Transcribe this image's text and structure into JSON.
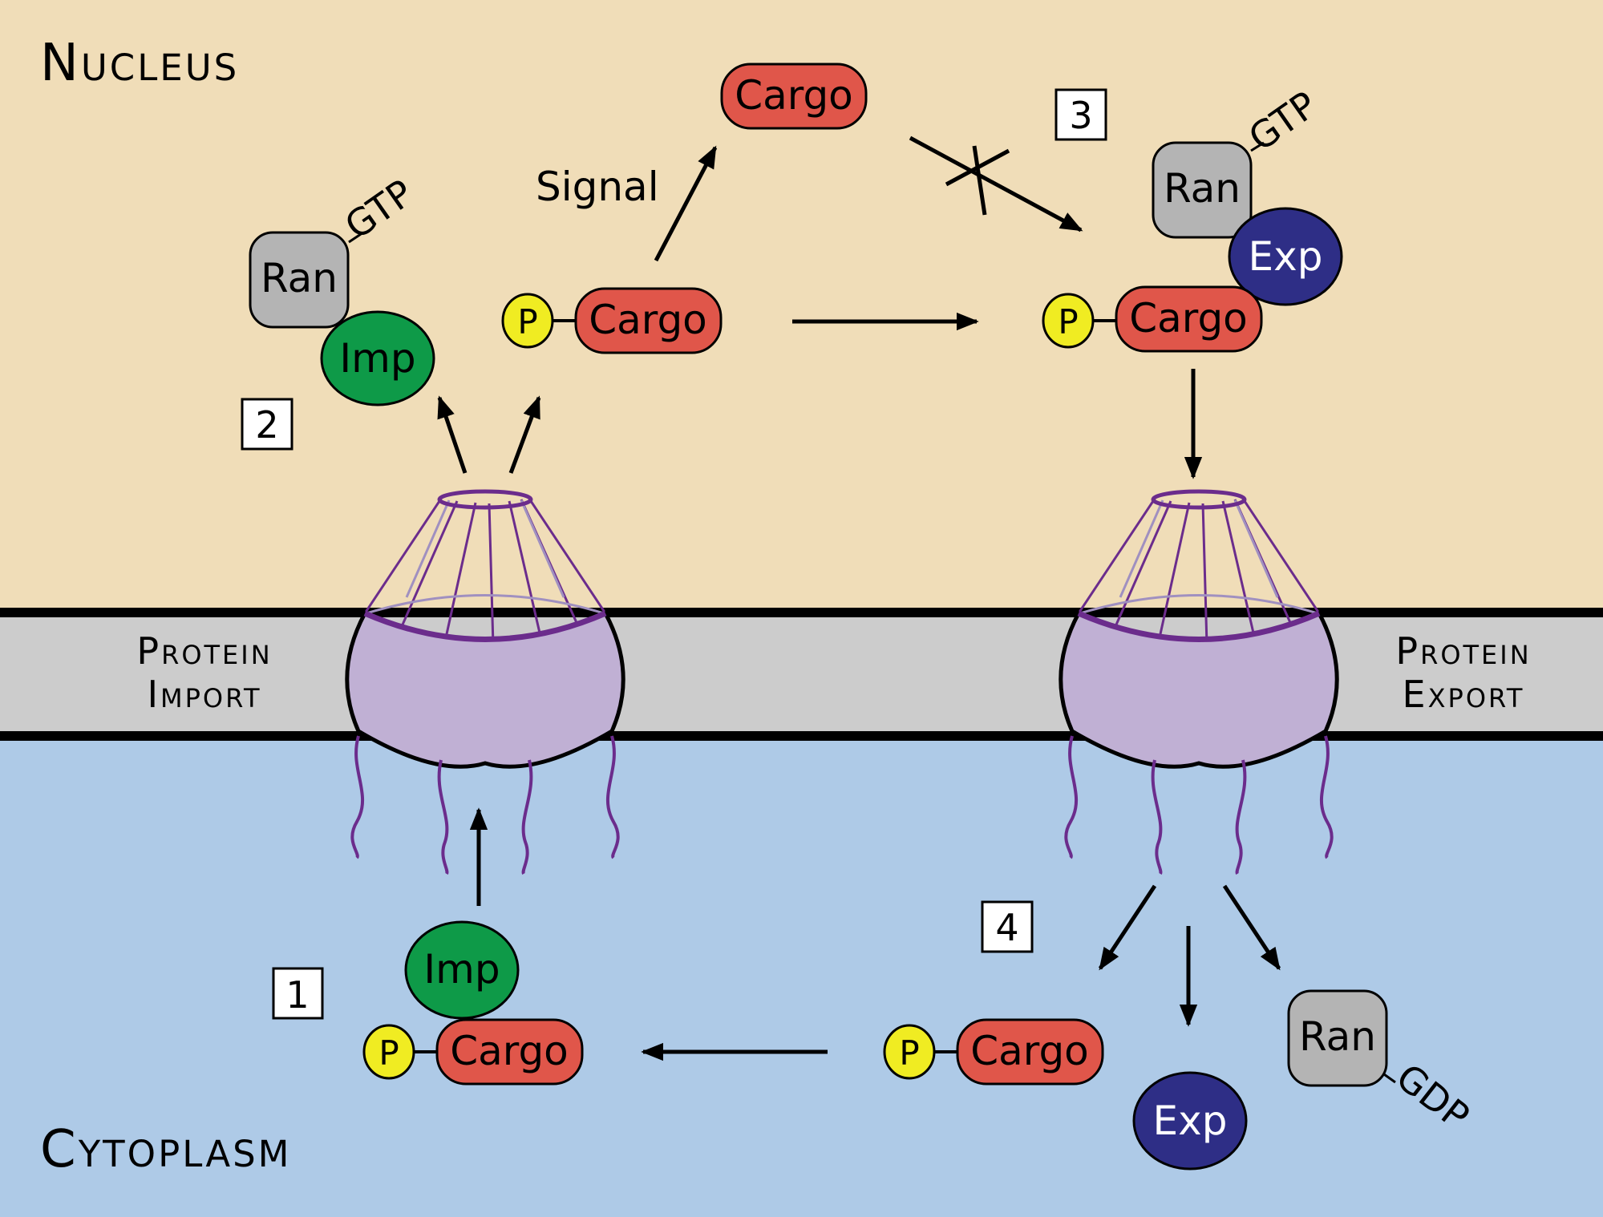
{
  "regions": {
    "nucleus": "Nucleus",
    "cytoplasm": "Cytoplasm",
    "import_label": [
      "Protein",
      "Import"
    ],
    "export_label": [
      "Protein",
      "Export"
    ]
  },
  "steps": [
    "1",
    "2",
    "3",
    "4"
  ],
  "labels": {
    "signal": "Signal",
    "cargo": "Cargo",
    "ran": "Ran",
    "imp": "Imp",
    "exp": "Exp",
    "p": "P",
    "gtp": "GTP",
    "gdp": "GDP"
  },
  "colors": {
    "nucleus_bg": "#f0ddb8",
    "membrane": "#cccccc",
    "cytoplasm_bg": "#aecae7",
    "cargo": "#e0564a",
    "ran": "#b4b4b4",
    "imp": "#0e9a48",
    "exp": "#2e2e86",
    "phosphate": "#f0ec22",
    "pore": "#c0b0d4",
    "pore_line": "#6b2c8c"
  }
}
